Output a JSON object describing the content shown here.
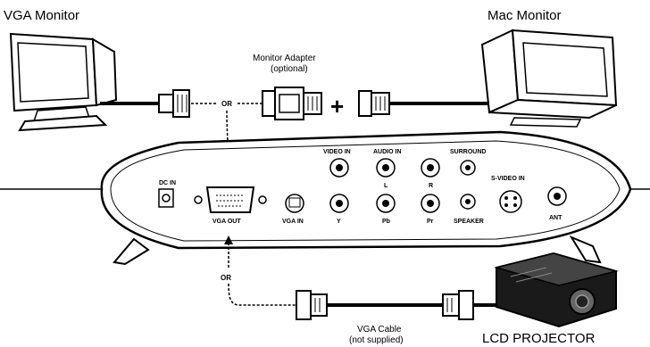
{
  "labels": {
    "vga_monitor": "VGA Monitor",
    "mac_monitor": "Mac Monitor",
    "adapter_line1": "Monitor Adapter",
    "adapter_line2": "(optional)",
    "cable_line1": "VGA Cable",
    "cable_line2": "(not supplied)",
    "lcd_projector": "LCD PROJECTOR",
    "or_top": "OR",
    "or_bottom": "OR",
    "plus": "+"
  },
  "ports": {
    "dc_in": "DC IN",
    "vga_out": "VGA OUT",
    "vga_in": "VGA IN",
    "video_in": "VIDEO IN",
    "audio_in": "AUDIO IN",
    "audio_l": "L",
    "audio_r": "R",
    "surround": "SURROUND",
    "speaker": "SPEAKER",
    "s_video_in": "S-VIDEO IN",
    "y": "Y",
    "pb": "Pb",
    "pr": "Pr",
    "ant": "ANT"
  }
}
